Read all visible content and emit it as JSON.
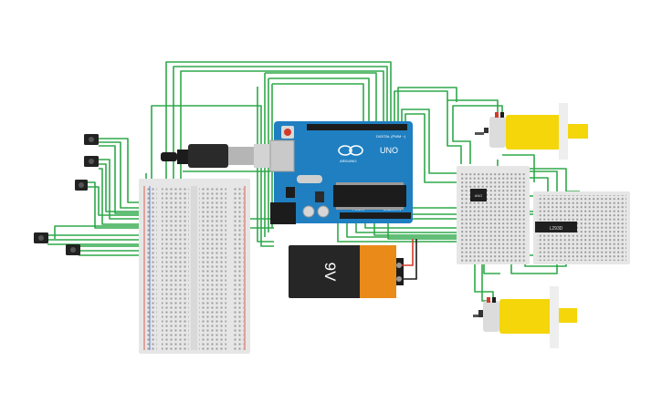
{
  "arduino": {
    "brand": "ARDUINO",
    "model": "UNO",
    "header_digital": "DIGITAL (PWM ~)",
    "header_power": "POWER",
    "header_analog": "ANALOG IN",
    "reset_label": "RESET"
  },
  "battery": {
    "label": "9V"
  },
  "driver_chip": {
    "label": "L293D"
  },
  "small_chip": {
    "label": "AND"
  },
  "colors": {
    "wire": "#2fa84a",
    "red_wire": "#d23b2b",
    "arduino_board": "#1f7fc1",
    "motor_yellow": "#f4d60a",
    "battery_body": "#262626",
    "battery_label": "#e98a19",
    "breadboard": "#e6e6e6"
  },
  "components": [
    "ir-sensor-1",
    "ir-sensor-2",
    "ir-sensor-3",
    "ir-sensor-4",
    "ir-sensor-5",
    "usb-cable",
    "breadboard-left",
    "arduino-uno",
    "battery-9v",
    "breadboard-small",
    "breadboard-right",
    "motor-top",
    "motor-bottom"
  ]
}
